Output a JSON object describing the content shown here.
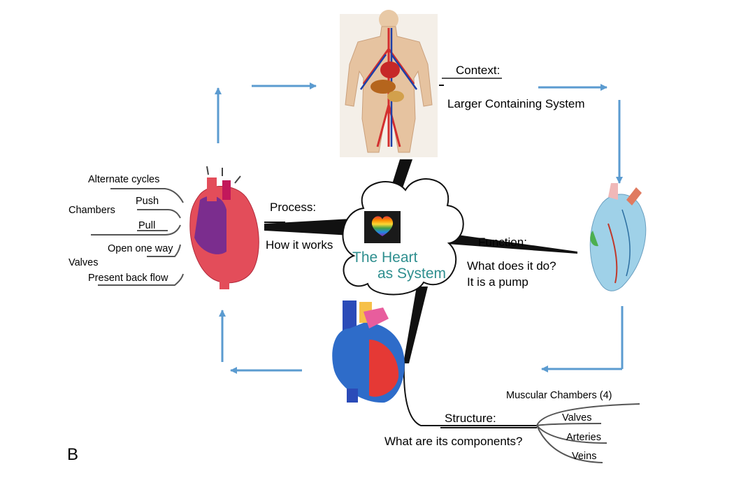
{
  "panel_letter": "B",
  "center": {
    "line1": "The Heart",
    "line2": "as System",
    "icon": "rainbow-heart-icon"
  },
  "context": {
    "heading": "Context:",
    "description": "Larger Containing System",
    "illustration": "human-circulatory-system-icon"
  },
  "function": {
    "heading": "Function:",
    "line1": "What does it do?",
    "line2": "It is a pump",
    "illustration": "heart-anatomy-blue-icon"
  },
  "structure": {
    "heading": "Structure:",
    "description": "What are its components?",
    "items": [
      "Muscular Chambers (4)",
      "Valves",
      "Arteries",
      "Veins"
    ],
    "illustration": "heart-cross-section-icon"
  },
  "process": {
    "heading": "Process:",
    "description": "How it works",
    "illustration": "heart-pumping-icon",
    "labels": {
      "alternate_cycles": "Alternate cycles",
      "push": "Push",
      "chambers": "Chambers",
      "pull": "Pull",
      "open_one_way": "Open one way",
      "valves": "Valves",
      "present_back_flow": "Present back flow"
    }
  },
  "colors": {
    "arrow": "#5b9bd0",
    "center_text": "#2f8f8f",
    "branch": "#111111"
  }
}
